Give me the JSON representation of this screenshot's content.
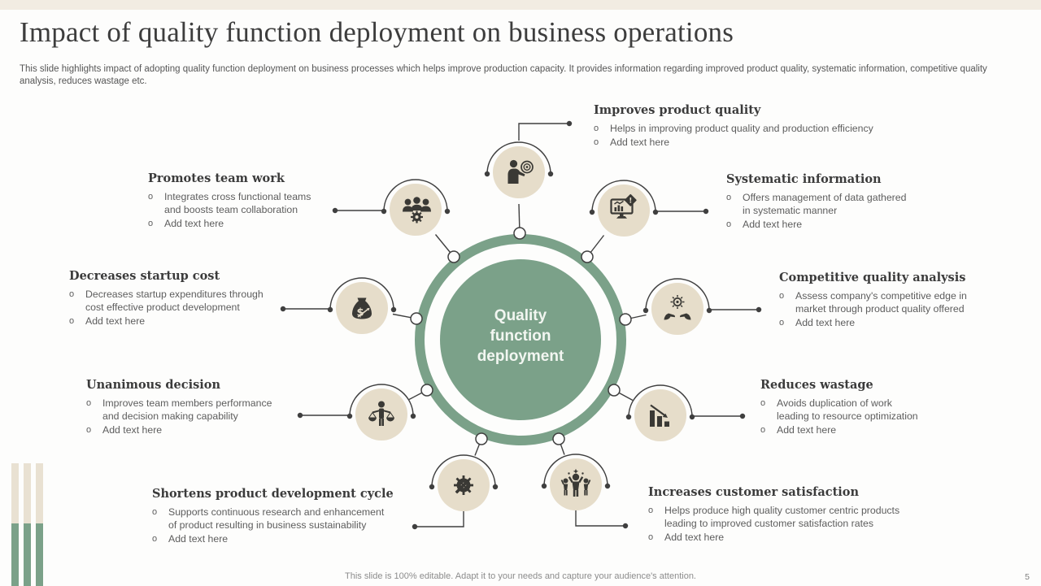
{
  "slide": {
    "title": "Impact of quality function deployment on business operations",
    "subtitle": "This slide highlights impact of adopting quality function deployment on business processes which helps improve production capacity. It provides information regarding improved product quality, systematic information, competitive quality analysis, reduces wastage etc.",
    "center_label": "Quality\nfunction\ndeployment",
    "footer": "This slide is 100% editable. Adapt it to your needs and capture your audience's attention.",
    "page_number": "5"
  },
  "ui": {
    "bullet_marker": "o",
    "colors": {
      "sage_green": "#7ba189",
      "beige_circle": "#e6ddca",
      "icon_dark": "#3a3935",
      "line_dark": "#3f3f3f",
      "heading_text": "#3b3b3b",
      "body_text": "#5d5d5d"
    }
  },
  "nodes": [
    {
      "icon": "presenter-target-icon",
      "heading": "Improves product quality",
      "bullets": [
        "Helps in improving product quality and production efficiency",
        "Add text here"
      ]
    },
    {
      "icon": "monitor-alert-icon",
      "heading": "Systematic information",
      "bullets": [
        "Offers management of data gathered\nin systematic manner",
        "Add text here"
      ]
    },
    {
      "icon": "hands-target-icon",
      "heading": "Competitive quality analysis",
      "bullets": [
        "Assess company's competitive edge in\nmarket through product quality offered",
        "Add text here"
      ]
    },
    {
      "icon": "declining-chart-icon",
      "heading": "Reduces wastage",
      "bullets": [
        "Avoids duplication of work\nleading to resource optimization",
        "Add text here"
      ]
    },
    {
      "icon": "celebrating-people-icon",
      "heading": "Increases customer satisfaction",
      "bullets": [
        "Helps produce high quality customer centric products\nleading to improved customer satisfaction rates",
        "Add text here"
      ]
    },
    {
      "icon": "gear-pencil-icon",
      "heading": "Shortens product development cycle",
      "bullets": [
        "Supports continuous research and enhancement\nof product resulting in business sustainability",
        "Add text here"
      ]
    },
    {
      "icon": "balance-scales-icon",
      "heading": "Unanimous decision",
      "bullets": [
        "Improves team members performance\nand decision making capability",
        "Add text here"
      ]
    },
    {
      "icon": "money-bag-icon",
      "heading": "Decreases startup cost",
      "bullets": [
        "Decreases startup expenditures through\ncost effective product development",
        "Add text here"
      ]
    },
    {
      "icon": "teamwork-gear-icon",
      "heading": "Promotes team work",
      "bullets": [
        "Integrates cross functional teams\nand boosts team collaboration",
        "Add text here"
      ]
    }
  ]
}
